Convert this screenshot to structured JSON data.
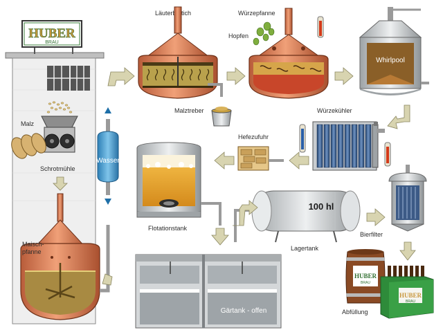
{
  "brand": {
    "name": "HUBER",
    "sub": "BRAU"
  },
  "labels": {
    "lauterbottich": "Läuterbottich",
    "wuerzepfanne": "Würzepfanne",
    "hopfen": "Hopfen",
    "whirlpool": "Whirlpool",
    "malz": "Malz",
    "maltreber": "Malztreber",
    "wuerzekuehler": "Würzekühler",
    "hefezufuhr": "Hefezufuhr",
    "wasser": "Wasser",
    "schrotmuehle": "Schrotmühle",
    "flotationstank": "Flotationstank",
    "volume": "100 hl",
    "lagertank": "Lagertank",
    "bierfilter": "Bierfilter",
    "maischpfanne_1": "Maisch-",
    "maischpfanne_2": "pfanne",
    "gaertank": "Gärtank - offen",
    "abfuellung": "Abfüllung",
    "barrel_brand": "HUBER",
    "barrel_sub": "BRAU",
    "crate_brand": "HUBER",
    "crate_sub": "BRAU"
  }
}
